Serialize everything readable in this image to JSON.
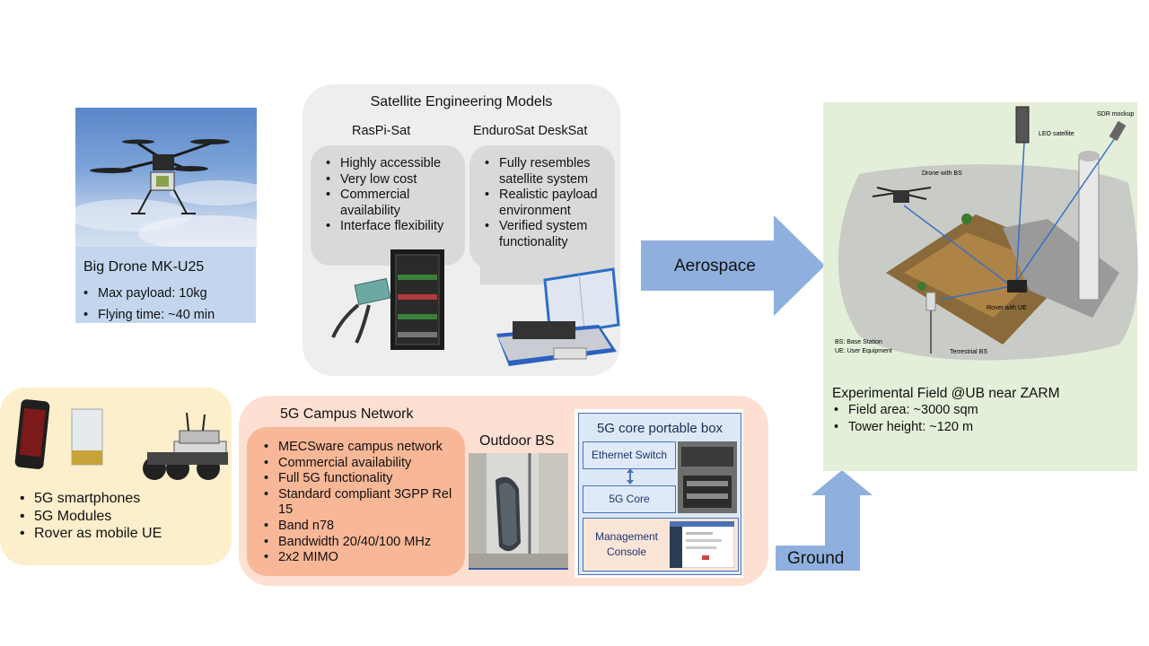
{
  "drone": {
    "title": "Big Drone MK-U25",
    "items": [
      "Max payload: 10kg",
      "Flying time: ~40 min"
    ]
  },
  "satellite": {
    "title": "Satellite Engineering Models",
    "raspi": {
      "title": "RasPi-Sat",
      "items": [
        "Highly accessible",
        "Very low cost",
        "Commercial availability",
        "Interface flexibility"
      ]
    },
    "endurosat": {
      "title": "EnduroSat DeskSat",
      "items": [
        "Fully resembles satellite system",
        "Realistic payload environment",
        "Verified system functionality"
      ]
    }
  },
  "arrows": {
    "aerospace": "Aerospace",
    "ground": "Ground"
  },
  "field": {
    "caption": "Experimental Field @UB near ZARM",
    "items": [
      "Field area: ~3000 sqm",
      "Tower height: ~120 m"
    ],
    "scene_labels": {
      "leo": "LEO satellite",
      "sdr": "SDR mockup",
      "drone": "Drone with BS",
      "rover": "Rover with UE",
      "terrestrial": "Terrestrial BS",
      "legend_bs": "BS: Base Station",
      "legend_ue": "UE: User Equipment"
    }
  },
  "ue": {
    "items": [
      "5G smartphones",
      "5G Modules",
      "Rover as mobile UE"
    ]
  },
  "campus": {
    "title": "5G Campus Network",
    "items": [
      "MECSware campus network",
      "Commercial availability",
      "Full 5G functionality",
      "Standard compliant 3GPP Rel 15",
      "Band n78",
      "Bandwidth 20/40/100 MHz",
      "2x2 MIMO"
    ],
    "outdoor_bs": "Outdoor BS",
    "core_box": {
      "title": "5G core portable box",
      "ethernet_switch": "Ethernet Switch",
      "core": "5G Core",
      "management": "Management Console"
    }
  },
  "colors": {
    "drone_caption": "#c3d6ee",
    "satellite_bg": "#eeeeee",
    "field_bg": "#e3efd9",
    "ue_bg": "#fdefcc",
    "campus_bg": "#fde0d2",
    "campus_list": "#f8b797",
    "arrow": "#8fb0de"
  }
}
